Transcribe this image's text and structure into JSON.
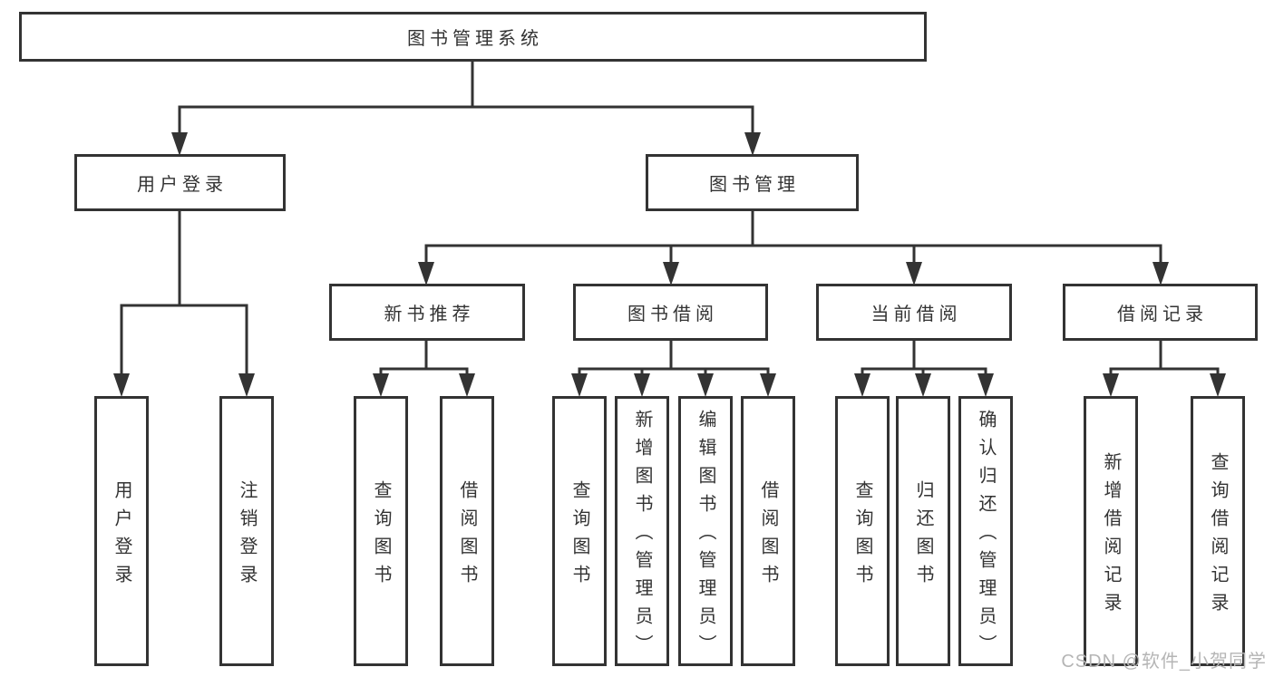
{
  "tree": {
    "label": "图书管理系统",
    "children": [
      {
        "label": "用户登录",
        "children": [
          {
            "label": "用户登录"
          },
          {
            "label": "注销登录"
          }
        ]
      },
      {
        "label": "图书管理",
        "children": [
          {
            "label": "新书推荐",
            "children": [
              {
                "label": "查询图书"
              },
              {
                "label": "借阅图书"
              }
            ]
          },
          {
            "label": "图书借阅",
            "children": [
              {
                "label": "查询图书"
              },
              {
                "label": "新增图书（管理员）"
              },
              {
                "label": "编辑图书（管理员）"
              },
              {
                "label": "借阅图书"
              }
            ]
          },
          {
            "label": "当前借阅",
            "children": [
              {
                "label": "查询图书"
              },
              {
                "label": "归还图书"
              },
              {
                "label": "确认归还（管理员）"
              }
            ]
          },
          {
            "label": "借阅记录",
            "children": [
              {
                "label": "新增借阅记录"
              },
              {
                "label": "查询借阅记录"
              }
            ]
          }
        ]
      }
    ]
  },
  "watermark": "CSDN @软件_小贺同学",
  "colors": {
    "line": "#333333",
    "box_border": "#333333",
    "text": "#333333",
    "background": "#ffffff",
    "watermark": "#b5b5b5"
  }
}
